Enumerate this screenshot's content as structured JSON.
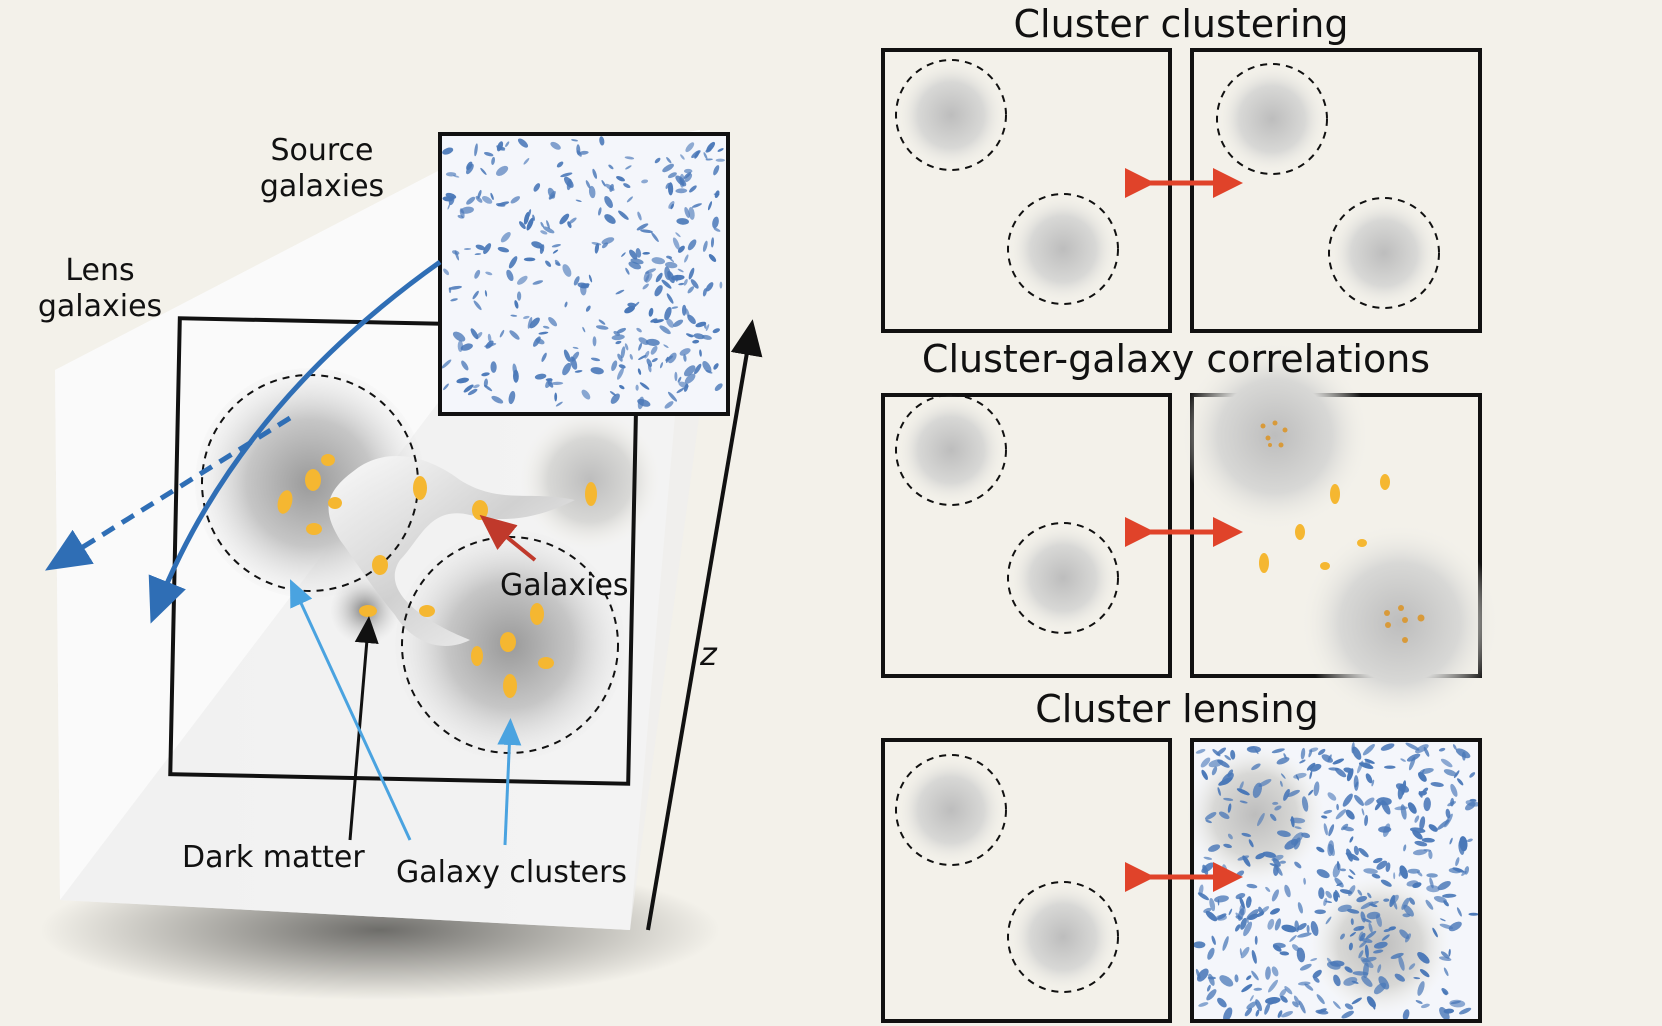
{
  "left_diagram": {
    "source_galaxies_label": [
      "Source",
      "galaxies"
    ],
    "lens_galaxies_label": [
      "Lens",
      "galaxies"
    ],
    "galaxies_label": "Galaxies",
    "dark_matter_label": "Dark matter",
    "galaxy_clusters_label": "Galaxy clusters",
    "redshift_axis_label": "z"
  },
  "panels": {
    "cluster_clustering_title": "Cluster clustering",
    "cluster_galaxy_title": "Cluster-galaxy correlations",
    "cluster_lensing_title": "Cluster lensing"
  },
  "colors": {
    "background": "#f3f1ea",
    "galaxy_yellow": "#f5b731",
    "galaxy_orange": "#d89a3a",
    "source_blue": "#4a78b8",
    "lens_arrow_blue": "#2f6eb5",
    "pointer_light_blue": "#4aa3e0",
    "pointer_red": "#c0392b",
    "double_arrow_red": "#e0432a",
    "frame": "#111111"
  }
}
